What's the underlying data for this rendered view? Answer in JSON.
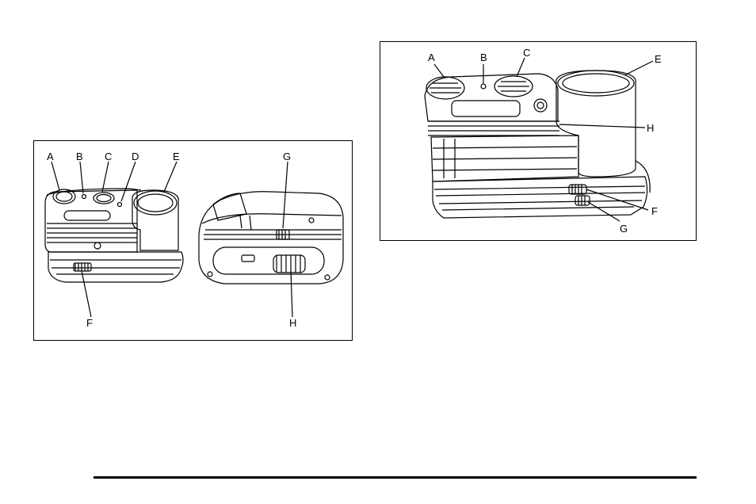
{
  "figure_left": {
    "labels": {
      "A": "A",
      "B": "B",
      "C": "C",
      "D": "D",
      "E": "E",
      "F": "F",
      "G": "G",
      "H": "H"
    }
  },
  "figure_right": {
    "labels": {
      "A": "A",
      "B": "B",
      "C": "C",
      "E": "E",
      "F": "F",
      "G": "G",
      "H": "H"
    }
  },
  "colors": {
    "ink": "#000000",
    "paper": "#ffffff",
    "frame": "#000000"
  },
  "icons": [
    "compressor-front-illustration",
    "compressor-back-illustration",
    "compressor-closeup-illustration"
  ]
}
